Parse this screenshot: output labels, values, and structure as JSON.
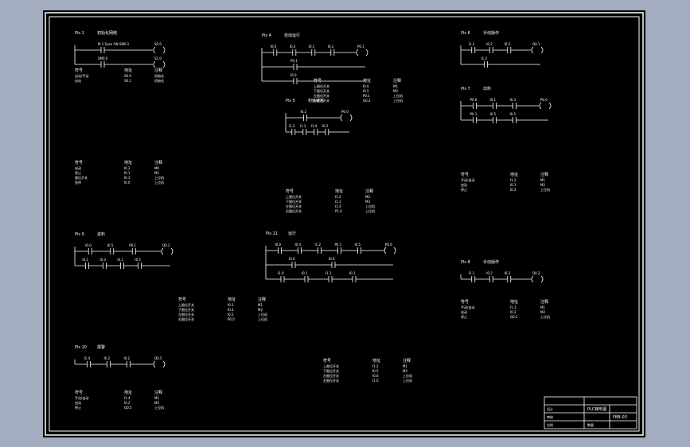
{
  "title_block": {
    "drawing_number": "FBB-03",
    "labels": [
      "PLC梯形图",
      "设计",
      "审核",
      "比例",
      "数量"
    ]
  },
  "networks": [
    {
      "id": "pls1",
      "label": "Pls 1",
      "note": "初始化网络",
      "rows": [
        {
          "contacts": [
            "M 1 Scan ON SM0.1"
          ],
          "coil": "S0.0"
        },
        {
          "contacts": [
            "SM0.0"
          ],
          "coil": "S1.0"
        }
      ]
    },
    {
      "id": "pls4",
      "label": "Pls 4",
      "note": "自动运行",
      "rows": [
        {
          "contacts": [
            "I0.0",
            "I0.3",
            "I0.1",
            "I0.2"
          ],
          "coil": "P0.1"
        },
        {
          "contacts": [
            "P0.1"
          ],
          "coil": ""
        },
        {
          "contacts": [
            "I0.0"
          ],
          "coil": ""
        }
      ]
    },
    {
      "id": "pls6",
      "label": "Pls 6",
      "note": "手动操作",
      "rows": [
        {
          "contacts": [
            "I1.2",
            "I0.2",
            "I0.2"
          ],
          "coil": "Q0.1"
        },
        {
          "contacts": [
            "I1.2"
          ],
          "coil": ""
        }
      ]
    },
    {
      "id": "pls7",
      "label": "Pls 7",
      "note": "出料",
      "rows": [
        {
          "contacts": [
            "P0.0",
            "I0.1",
            "I0.3"
          ],
          "coil": "P0.0"
        },
        {
          "contacts": [
            "P0.1",
            "I0.5",
            "I0.5"
          ],
          "coil": ""
        }
      ]
    },
    {
      "id": "pls9",
      "label": "Pls 9",
      "note": "进料",
      "rows": [
        {
          "contacts": [
            "I0.0",
            "I0.5",
            "P0.1"
          ],
          "coil": "Q0.2"
        },
        {
          "contacts": [
            "I0.1",
            "I0.3",
            "I0.1",
            "I0.5"
          ],
          "coil": ""
        }
      ]
    },
    {
      "id": "pls10",
      "label": "Pls 10",
      "note": "报警",
      "rows": [
        {
          "contacts": [
            "I1.4",
            "I0.2",
            "I0.2"
          ],
          "coil": "Q0.5"
        }
      ]
    },
    {
      "id": "pls11",
      "label": "Pls 11",
      "note": "运行",
      "rows": [
        {
          "contacts": [
            "I0.0",
            "I0.4",
            "I1.2",
            "P0.1",
            "I0.5"
          ],
          "coil": "P0.6"
        },
        {
          "contacts": [
            "I0.0",
            "I0.6"
          ],
          "coil": ""
        },
        {
          "contacts": [
            "I1.0",
            "I0.1",
            "I1.1",
            "I0.1"
          ],
          "coil": ""
        }
      ]
    },
    {
      "id": "pls8",
      "label": "Pls 8",
      "note": "手动操作",
      "rows": [
        {
          "contacts": [
            "I1.1",
            "I0.2",
            "I0.2"
          ],
          "coil": "Q0.2"
        }
      ]
    },
    {
      "id": "pls5",
      "label": "Pls 5",
      "note": "初始状态",
      "rows": [
        {
          "contacts": [
            "I0.2"
          ],
          "coil": "P0.0"
        },
        {
          "contacts": [
            "I1.2",
            "I1.3",
            "I1.4",
            "I0.2"
          ],
          "coil": ""
        }
      ]
    }
  ],
  "symbol_tables": [
    {
      "headers": [
        "符号",
        "地址",
        "注释"
      ],
      "rows": [
        [
          "自动/手动",
          "S0.0",
          "初始化"
        ],
        [
          "启动",
          "S0.1",
          "初始化"
        ]
      ]
    },
    {
      "headers": [
        "符号",
        "地址",
        "注释"
      ],
      "rows": [
        [
          "启动",
          "I0.2",
          "M0"
        ],
        [
          "停止",
          "I0.1",
          "M1"
        ],
        [
          "限位开关",
          "I0.3",
          "上位机"
        ],
        [
          "急停",
          "I0.0",
          "上位机"
        ]
      ]
    },
    {
      "headers": [
        "符号",
        "地址",
        "注释"
      ],
      "rows": [
        [
          "上限位开关",
          "I1.2",
          "M2"
        ],
        [
          "下限位开关",
          "I1.3",
          "M3"
        ],
        [
          "左限位开关",
          "I1.4",
          "上位机"
        ],
        [
          "右限位开关",
          "P1.0",
          "上位机"
        ]
      ]
    },
    {
      "headers": [
        "符号",
        "地址",
        "注释"
      ],
      "rows": [
        [
          "手动/自动",
          "I1.2",
          "M1"
        ],
        [
          "启动",
          "I0.1",
          "M2"
        ],
        [
          "停止",
          "I0.2",
          "上位机"
        ]
      ]
    },
    {
      "headers": [
        "符号",
        "地址",
        "注释"
      ],
      "rows": [
        [
          "上限位开关",
          "I0.1",
          "M1"
        ],
        [
          "下限位开关",
          "I0.4",
          "M2"
        ],
        [
          "左限位开关",
          "I0.5",
          "上位机"
        ],
        [
          "右限位开关",
          "P0.0",
          "上位机"
        ]
      ]
    },
    {
      "headers": [
        "符号",
        "地址",
        "注释"
      ],
      "rows": [
        [
          "上限位开关",
          "I0.0",
          "M1"
        ],
        [
          "下限位开关",
          "I0.5",
          "M2"
        ],
        [
          "左限位开关",
          "P0.1",
          "上位机"
        ],
        [
          "右限位开关",
          "Q0.2",
          "上位机"
        ]
      ]
    },
    {
      "headers": [
        "符号",
        "地址",
        "注释"
      ],
      "rows": [
        [
          "手动/自动",
          "I1.4",
          "M1"
        ],
        [
          "启动",
          "I0.2",
          "M2"
        ],
        [
          "停止",
          "Q0.5",
          "上位机"
        ]
      ]
    },
    {
      "headers": [
        "符号",
        "地址",
        "注释"
      ],
      "rows": [
        [
          "上限位开关",
          "I1.2",
          "M1"
        ],
        [
          "下限位开关",
          "I0.5",
          "M2"
        ],
        [
          "左限位开关",
          "I0.6",
          "上位机"
        ],
        [
          "右限位开关",
          "I1.0",
          "上位机"
        ]
      ]
    },
    {
      "headers": [
        "符号",
        "地址",
        "注释"
      ],
      "rows": [
        [
          "手动/自动",
          "I1.1",
          "M1"
        ],
        [
          "启动",
          "I0.2",
          "M2"
        ],
        [
          "停止",
          "Q0.2",
          "上位机"
        ]
      ]
    }
  ]
}
